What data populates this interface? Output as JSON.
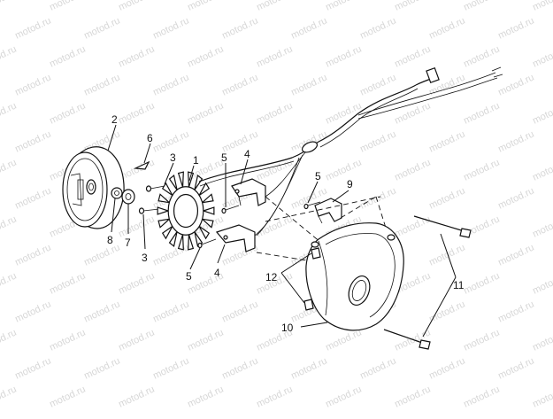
{
  "watermark": "motod.ru",
  "callouts": [
    "1",
    "2",
    "3",
    "3",
    "4",
    "4",
    "5",
    "5",
    "5",
    "6",
    "7",
    "8",
    "9",
    "10",
    "11",
    "12"
  ]
}
